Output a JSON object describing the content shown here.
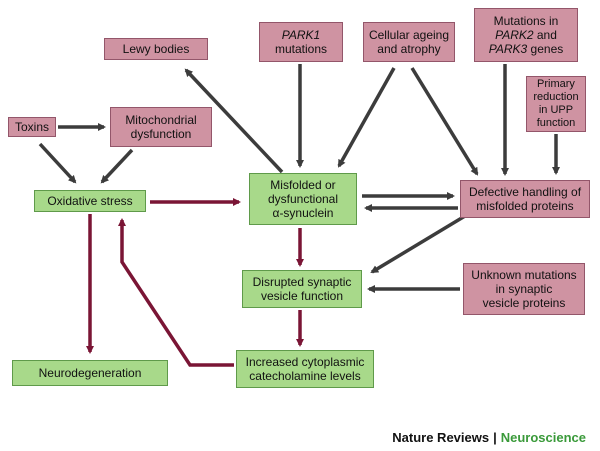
{
  "nodes": {
    "lewy_bodies": {
      "text": "Lewy bodies"
    },
    "park1": {
      "italic": "PARK1",
      "rest": " mutations"
    },
    "cellular_ageing": {
      "line1": "Cellular ageing",
      "line2": "and atrophy"
    },
    "mutations_park23": {
      "line1": "Mutations in",
      "italic2": "PARK2",
      "rest2": " and",
      "italic3": "PARK3",
      "rest3": " genes"
    },
    "primary_reduction": {
      "line1": "Primary",
      "line2": "reduction",
      "line3": "in UPP",
      "line4": "function"
    },
    "toxins": {
      "text": "Toxins"
    },
    "mitochondrial": {
      "line1": "Mitochondrial",
      "line2": "dysfunction"
    },
    "oxidative_stress": {
      "text": "Oxidative stress"
    },
    "misfolded": {
      "line1": "Misfolded or",
      "line2": "dysfunctional",
      "line3": "α-synuclein"
    },
    "defective_handling": {
      "line1": "Defective handling of",
      "line2": "misfolded proteins"
    },
    "disrupted_synaptic": {
      "line1": "Disrupted synaptic",
      "line2": "vesicle function"
    },
    "unknown_mutations": {
      "line1": "Unknown mutations",
      "line2": "in synaptic",
      "line3": "vesicle proteins"
    },
    "neurodegeneration": {
      "text": "Neurodegeneration"
    },
    "increased_cytoplasmic": {
      "line1": "Increased cytoplasmic",
      "line2": "catecholamine levels"
    }
  },
  "credit": {
    "journal": "Nature Reviews",
    "separator": "|",
    "field": "Neuroscience"
  },
  "colors": {
    "pink_box": "#cf93a2",
    "green_box": "#a8d98a",
    "dark_arrow": "#3c3c3c",
    "red_arrow": "#7a1535",
    "credit_green": "#3a9a3a"
  }
}
